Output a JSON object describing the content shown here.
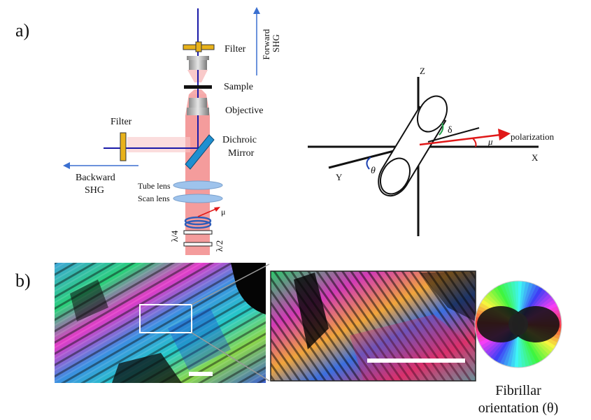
{
  "panel_a": {
    "label": "a)",
    "setup": {
      "filter_top": "Filter",
      "forward_shg": [
        "Forward",
        "SHG"
      ],
      "sample": "Sample",
      "objective": "Objective",
      "filter_side": "Filter",
      "dichroic_mirror": [
        "Dichroic",
        "Mirror"
      ],
      "backward_shg": [
        "Backward",
        "SHG"
      ],
      "tube_lens": "Tube lens",
      "scan_lens": "Scan lens",
      "mu": "μ",
      "quarter_wave": "λ/4",
      "half_wave": "λ/2"
    },
    "axes": {
      "z": "Z",
      "y": "Y",
      "x": "X",
      "delta": "δ",
      "theta": "θ",
      "mu": "μ",
      "polarization": "polarization"
    }
  },
  "panel_b": {
    "label": "b)",
    "colorwheel_caption_line1": "Fibrillar",
    "colorwheel_caption_line2": "orientation (θ)"
  },
  "colors": {
    "beam_pink": "#f28b8b",
    "beam_blue": "#1a1aa8",
    "filter_yellow": "#e8b21a",
    "mirror_blue": "#1f8fd0",
    "lens_blue": "#9ec3ec",
    "arrow_red": "#e01818",
    "arrow_blue": "#3a6fd0"
  }
}
